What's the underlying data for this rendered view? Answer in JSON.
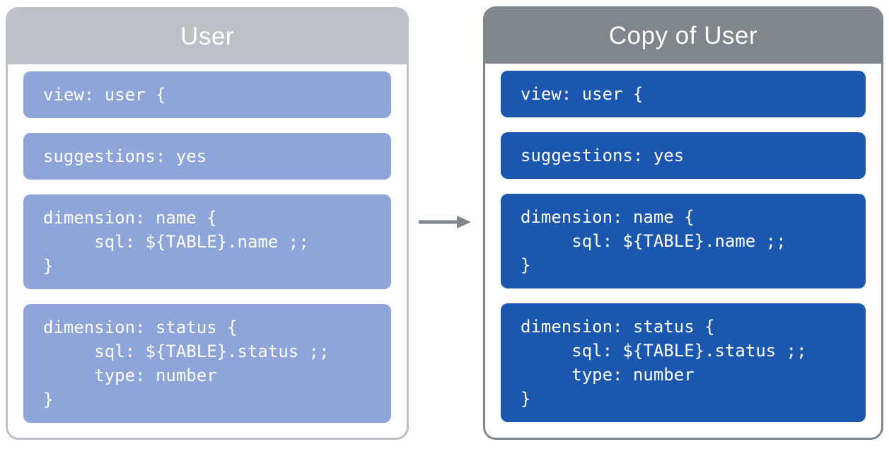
{
  "colors": {
    "left_header_bg": "#BDC1C6",
    "left_panel_border": "#BDC1C6",
    "left_block_bg": "#8DA5D8",
    "right_header_bg": "#80868B",
    "right_panel_border": "#80868B",
    "right_block_bg": "#1B57AF",
    "panel_body_bg": "#FFFFFF",
    "title_text": "#FFFFFF",
    "code_text": "#FFFFFF",
    "arrow": "#80868B"
  },
  "arrow_icon": "arrow-right",
  "panels": [
    {
      "title": "User",
      "blocks": [
        {
          "lines": [
            "view: user {"
          ]
        },
        {
          "lines": [
            "suggestions: yes"
          ]
        },
        {
          "lines": [
            "dimension: name {",
            "     sql: ${TABLE}.name ;;",
            "}"
          ]
        },
        {
          "lines": [
            "dimension: status {",
            "     sql: ${TABLE}.status ;;",
            "     type: number",
            "}"
          ]
        }
      ]
    },
    {
      "title": "Copy of User",
      "blocks": [
        {
          "lines": [
            "view: user {"
          ]
        },
        {
          "lines": [
            "suggestions: yes"
          ]
        },
        {
          "lines": [
            "dimension: name {",
            "     sql: ${TABLE}.name ;;",
            "}"
          ]
        },
        {
          "lines": [
            "dimension: status {",
            "     sql: ${TABLE}.status ;;",
            "     type: number",
            "}"
          ]
        }
      ]
    }
  ]
}
